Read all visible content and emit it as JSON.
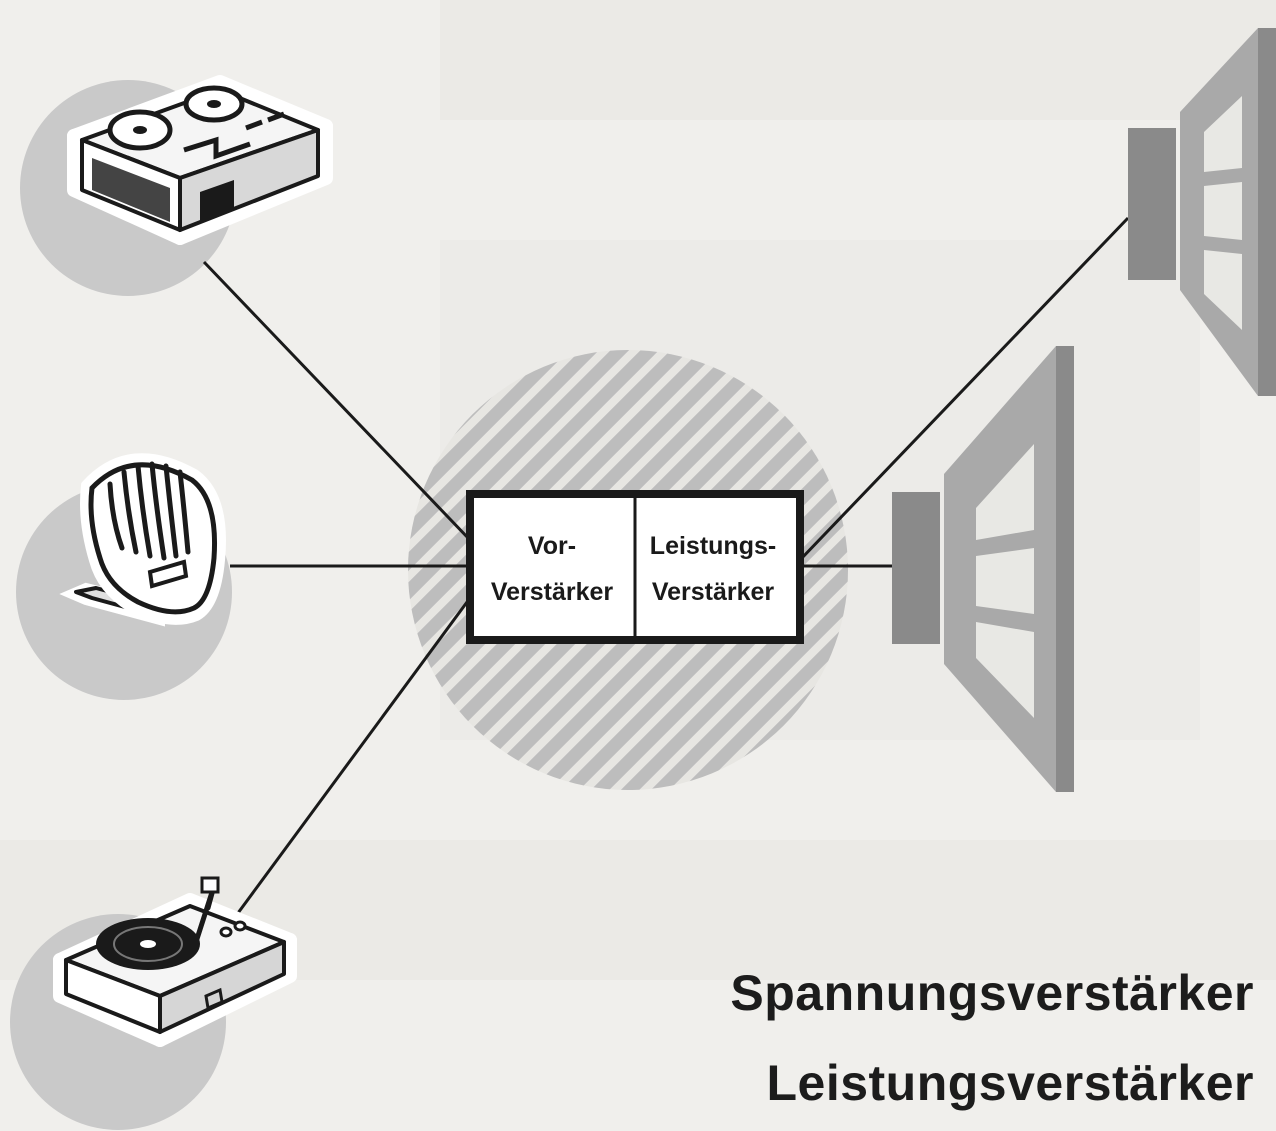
{
  "amplifier": {
    "pre_label_line1": "Vor-",
    "pre_label_line2": "Verstärker",
    "power_label_line1": "Leistungs-",
    "power_label_line2": "Verstärker"
  },
  "title": {
    "line1": "Spannungsverstärker",
    "line2": "Leistungsverstärker"
  },
  "colors": {
    "background": "#f0efec",
    "grey_disc": "#c9c9c9",
    "hatch": "#bdbdbd",
    "speaker_dark": "#8a8a8a",
    "speaker_light": "#a9a9a9",
    "ink": "#1a1a1a"
  },
  "icons": {
    "input_1": "tape-recorder-icon",
    "input_2": "microphone-icon",
    "input_3": "record-player-icon",
    "output_1": "loudspeaker-icon",
    "output_2": "loudspeaker-icon"
  }
}
